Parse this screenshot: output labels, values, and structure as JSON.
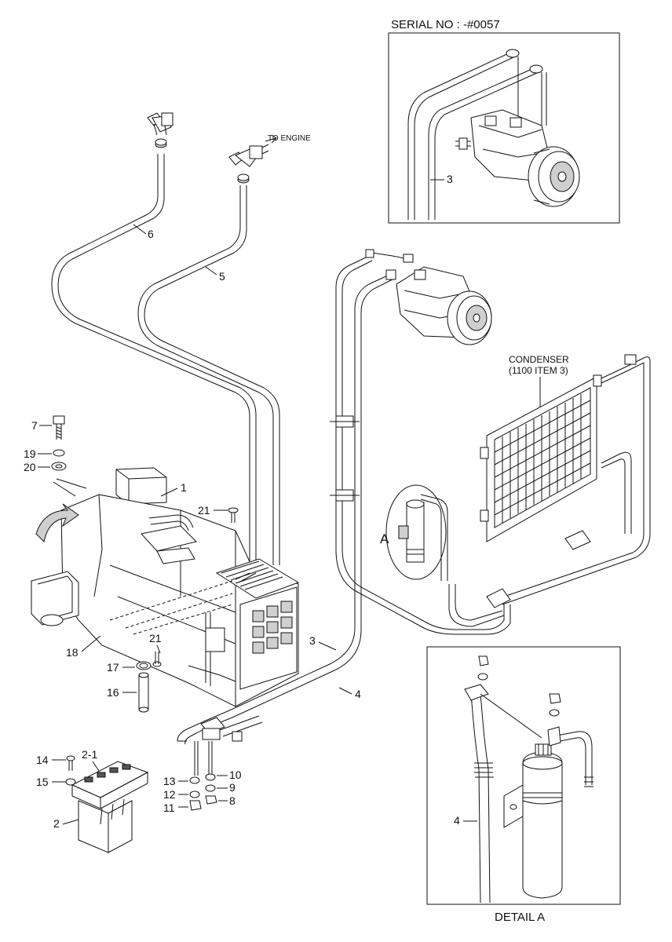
{
  "header": {
    "serial": "SERIAL NO : -#0057"
  },
  "notes": {
    "to_engine": "TO ENGINE",
    "condenser_line1": "CONDENSER",
    "condenser_line2": "(1100 ITEM 3)",
    "detail_marker": "A",
    "detail_caption": "DETAIL  A"
  },
  "callouts": {
    "c1": "1",
    "c2": "2",
    "c2_1": "2-1",
    "c3_top": "3",
    "c3_main": "3",
    "c4_main": "4",
    "c4_detail": "4",
    "c5": "5",
    "c6": "6",
    "c7": "7",
    "c8": "8",
    "c9": "9",
    "c10": "10",
    "c11": "11",
    "c12": "12",
    "c13": "13",
    "c14": "14",
    "c15": "15",
    "c16": "16",
    "c17": "17",
    "c18": "18",
    "c19": "19",
    "c20": "20",
    "c21_top": "21",
    "c21_mid": "21"
  },
  "colors": {
    "line": "#111111",
    "paper": "#ffffff",
    "shade": "#cfcfcf"
  }
}
